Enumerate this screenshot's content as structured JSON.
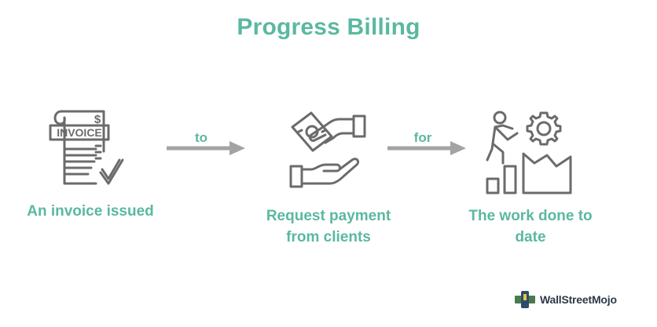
{
  "title": "Progress Billing",
  "steps": [
    {
      "label_lines": [
        "An invoice issued"
      ],
      "icon": "invoice-icon",
      "icon_text": "INVOICE",
      "icon_symbol": "$"
    },
    {
      "label_lines": [
        "Request payment",
        "from clients"
      ],
      "icon": "payment-request-icon"
    },
    {
      "label_lines": [
        "The work done to",
        "date"
      ],
      "icon": "work-progress-icon"
    }
  ],
  "connectors": [
    {
      "word": "to"
    },
    {
      "word": "for"
    }
  ],
  "brand": {
    "name": "WallStreetMojo"
  },
  "colors": {
    "accent": "#5bb8a0",
    "icon": "#6b6b6b",
    "arrow": "#a3a3a3"
  }
}
